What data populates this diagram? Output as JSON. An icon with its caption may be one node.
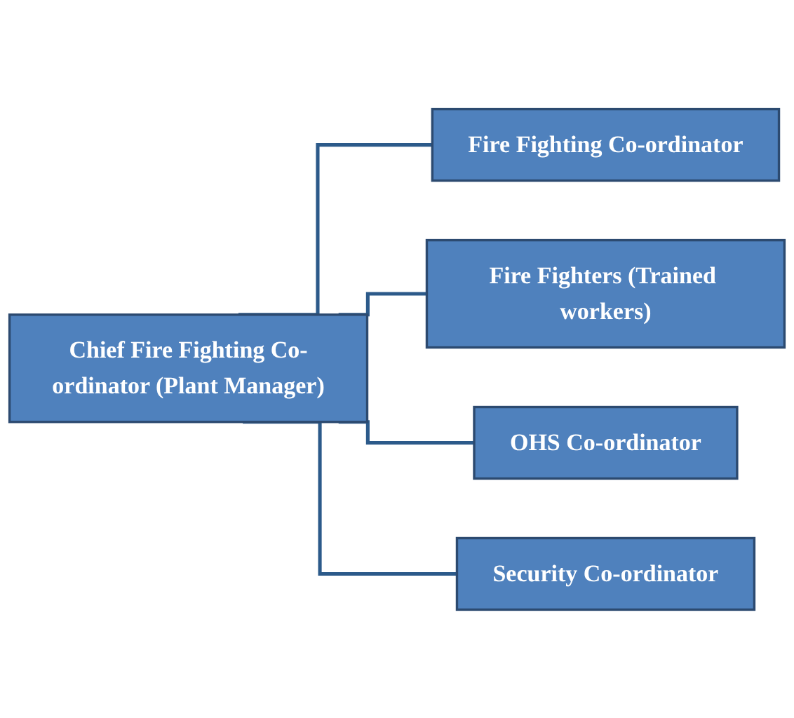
{
  "diagram": {
    "nodes": [
      {
        "text": [
          "Chief Fire Fighting Co-ordinator (Plant Manager)"
        ]
      },
      {
        "text": [
          "Fire Fighting Co-ordinator"
        ]
      },
      {
        "text": [
          "Fire Fighters (Trained workers)"
        ]
      },
      {
        "text": [
          "OHS Co-ordinator"
        ]
      },
      {
        "text": [
          "Security Co-ordinator"
        ]
      }
    ],
    "edges": [
      {
        "from": 0,
        "to": 1,
        "arrow": "none"
      },
      {
        "from": 0,
        "to": 2,
        "arrow": "none"
      },
      {
        "from": 0,
        "to": 3,
        "arrow": "none"
      },
      {
        "from": 0,
        "to": 4,
        "arrow": "none"
      }
    ]
  }
}
